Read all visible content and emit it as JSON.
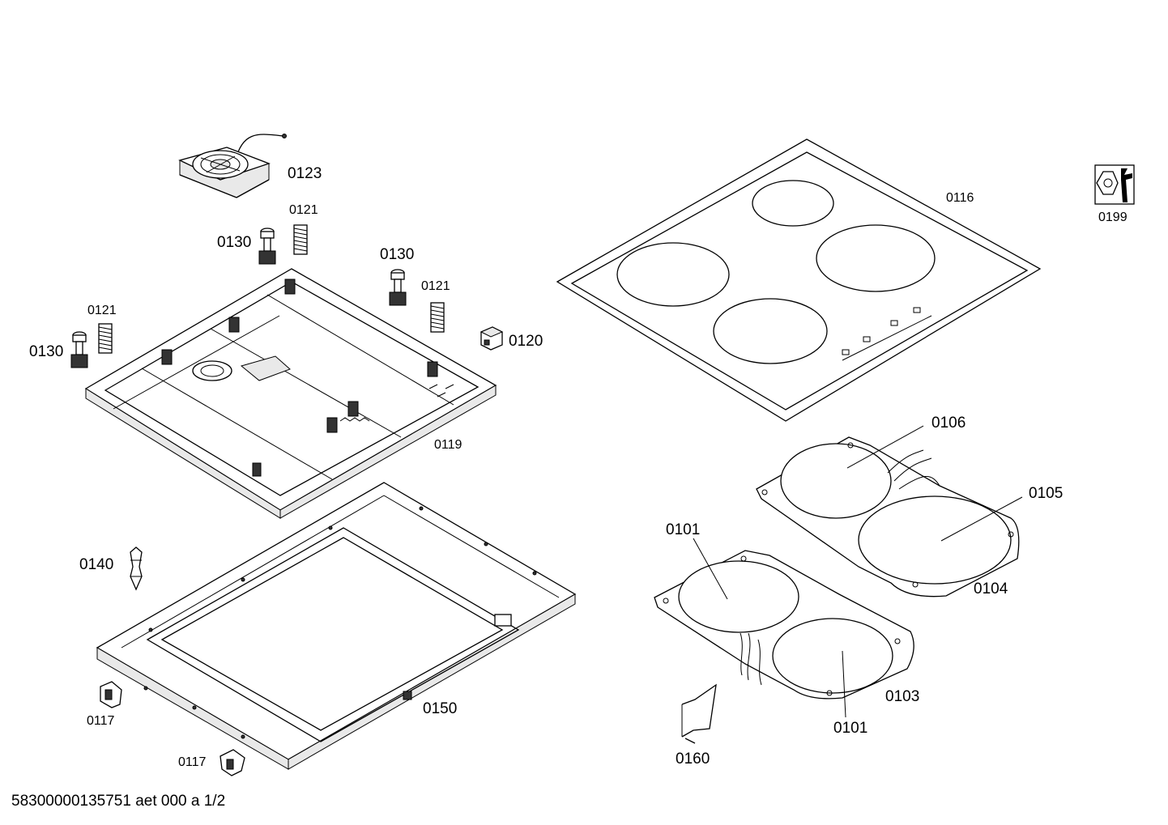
{
  "diagram": {
    "parts": {
      "p0123": "0123",
      "p0121a": "0121",
      "p0121b": "0121",
      "p0121c": "0121",
      "p0130a": "0130",
      "p0130b": "0130",
      "p0130c": "0130",
      "p0120": "0120",
      "p0119": "0119",
      "p0116": "0116",
      "p0199": "0199",
      "p0106": "0106",
      "p0105": "0105",
      "p0104": "0104",
      "p0101a": "0101",
      "p0101b": "0101",
      "p0103": "0103",
      "p0140": "0140",
      "p0150": "0150",
      "p0117a": "0117",
      "p0117b": "0117",
      "p0160": "0160"
    },
    "footer": "58300000135751 aet 000 a 1/2",
    "icons": {
      "service": "wrench-nut-icon"
    }
  }
}
